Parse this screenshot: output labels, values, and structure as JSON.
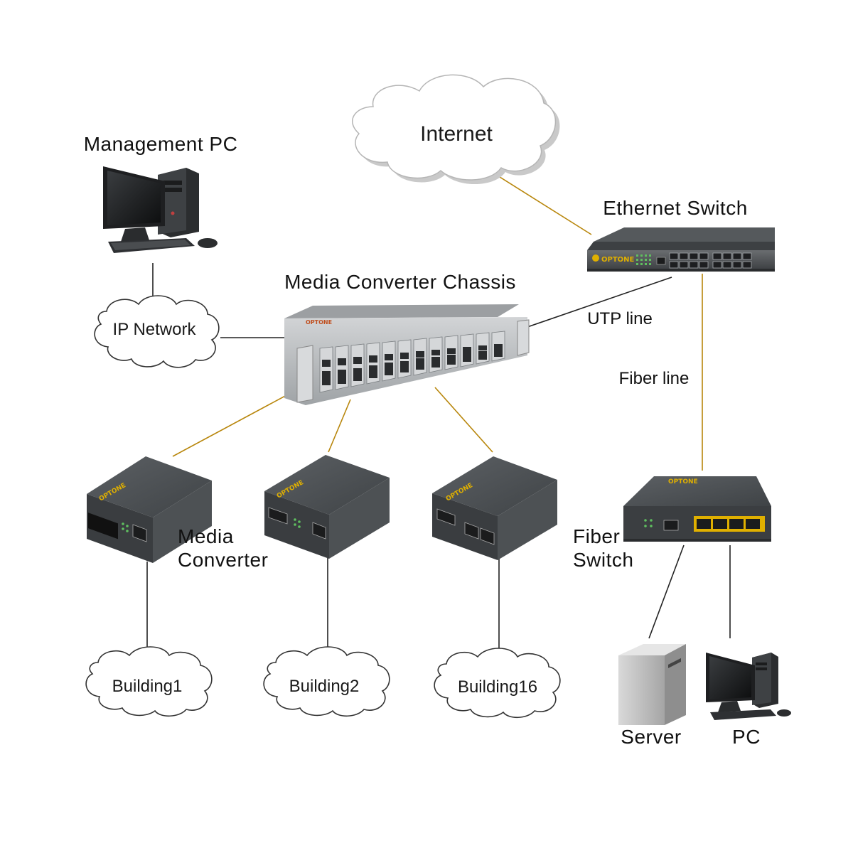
{
  "diagram": {
    "labels": {
      "internet": "Internet",
      "management_pc": "Management PC",
      "ip_network": "IP Network",
      "chassis": "Media Converter Chassis",
      "ethernet_switch": "Ethernet Switch",
      "utp_line": "UTP line",
      "fiber_line": "Fiber line",
      "media_converter_line1": "Media",
      "media_converter_line2": "Converter",
      "fiber_switch_line1": "Fiber",
      "fiber_switch_line2": "Switch",
      "building1": "Building1",
      "building2": "Building2",
      "building16": "Building16",
      "server": "Server",
      "pc": "PC"
    },
    "brand_logo": "OPTONE",
    "colors": {
      "fiber_link": "#b8860b",
      "utp_link": "#222222",
      "device_body": "#4a4d50",
      "chassis_body": "#b9bcbf",
      "port_green": "#5fbf5f",
      "port_yellow": "#e0b000"
    }
  }
}
